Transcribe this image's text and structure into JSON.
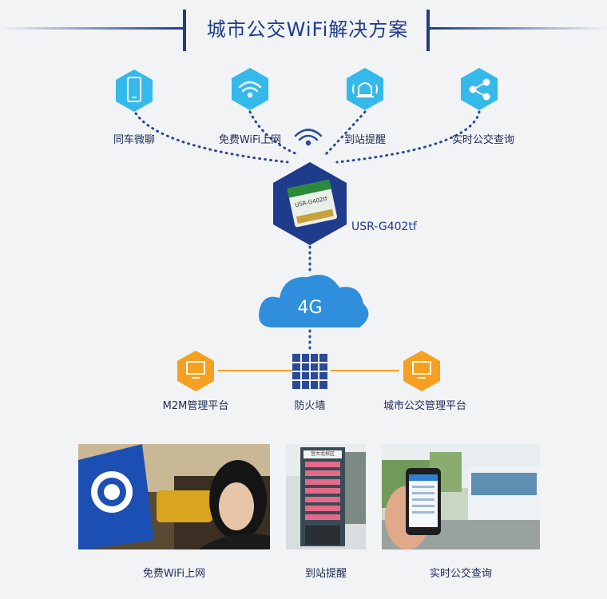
{
  "title": "城市公交WiFi解决方案",
  "colors": {
    "title_blue": "#1f3b8c",
    "hex_cyan": "#35b9ea",
    "hex_navy": "#1f3b8c",
    "cloud_blue": "#2f8fdc",
    "orange": "#f5a020",
    "dot_line": "#2a4a98"
  },
  "features": [
    {
      "label": "同车微聊",
      "icon": "phone-icon"
    },
    {
      "label": "免费WiFi上网",
      "icon": "wifi-icon"
    },
    {
      "label": "到站提醒",
      "icon": "bell-icon"
    },
    {
      "label": "实时公交查询",
      "icon": "share-icon"
    }
  ],
  "module": {
    "label": "USR-G402tf",
    "chip_text": "USR-G402tf"
  },
  "cloud": {
    "label": "4G"
  },
  "bottom_nodes": {
    "left": "M2M管理平台",
    "center": "防火墙",
    "right": "城市公交管理平台"
  },
  "photos": [
    {
      "caption": "免费WiFi上网",
      "name": "photo-passenger-wifi"
    },
    {
      "caption": "到站提醒",
      "name": "photo-bus-stop-sign",
      "sign_text": "宫大北校区"
    },
    {
      "caption": "实时公交查询",
      "name": "photo-realtime-query"
    }
  ]
}
